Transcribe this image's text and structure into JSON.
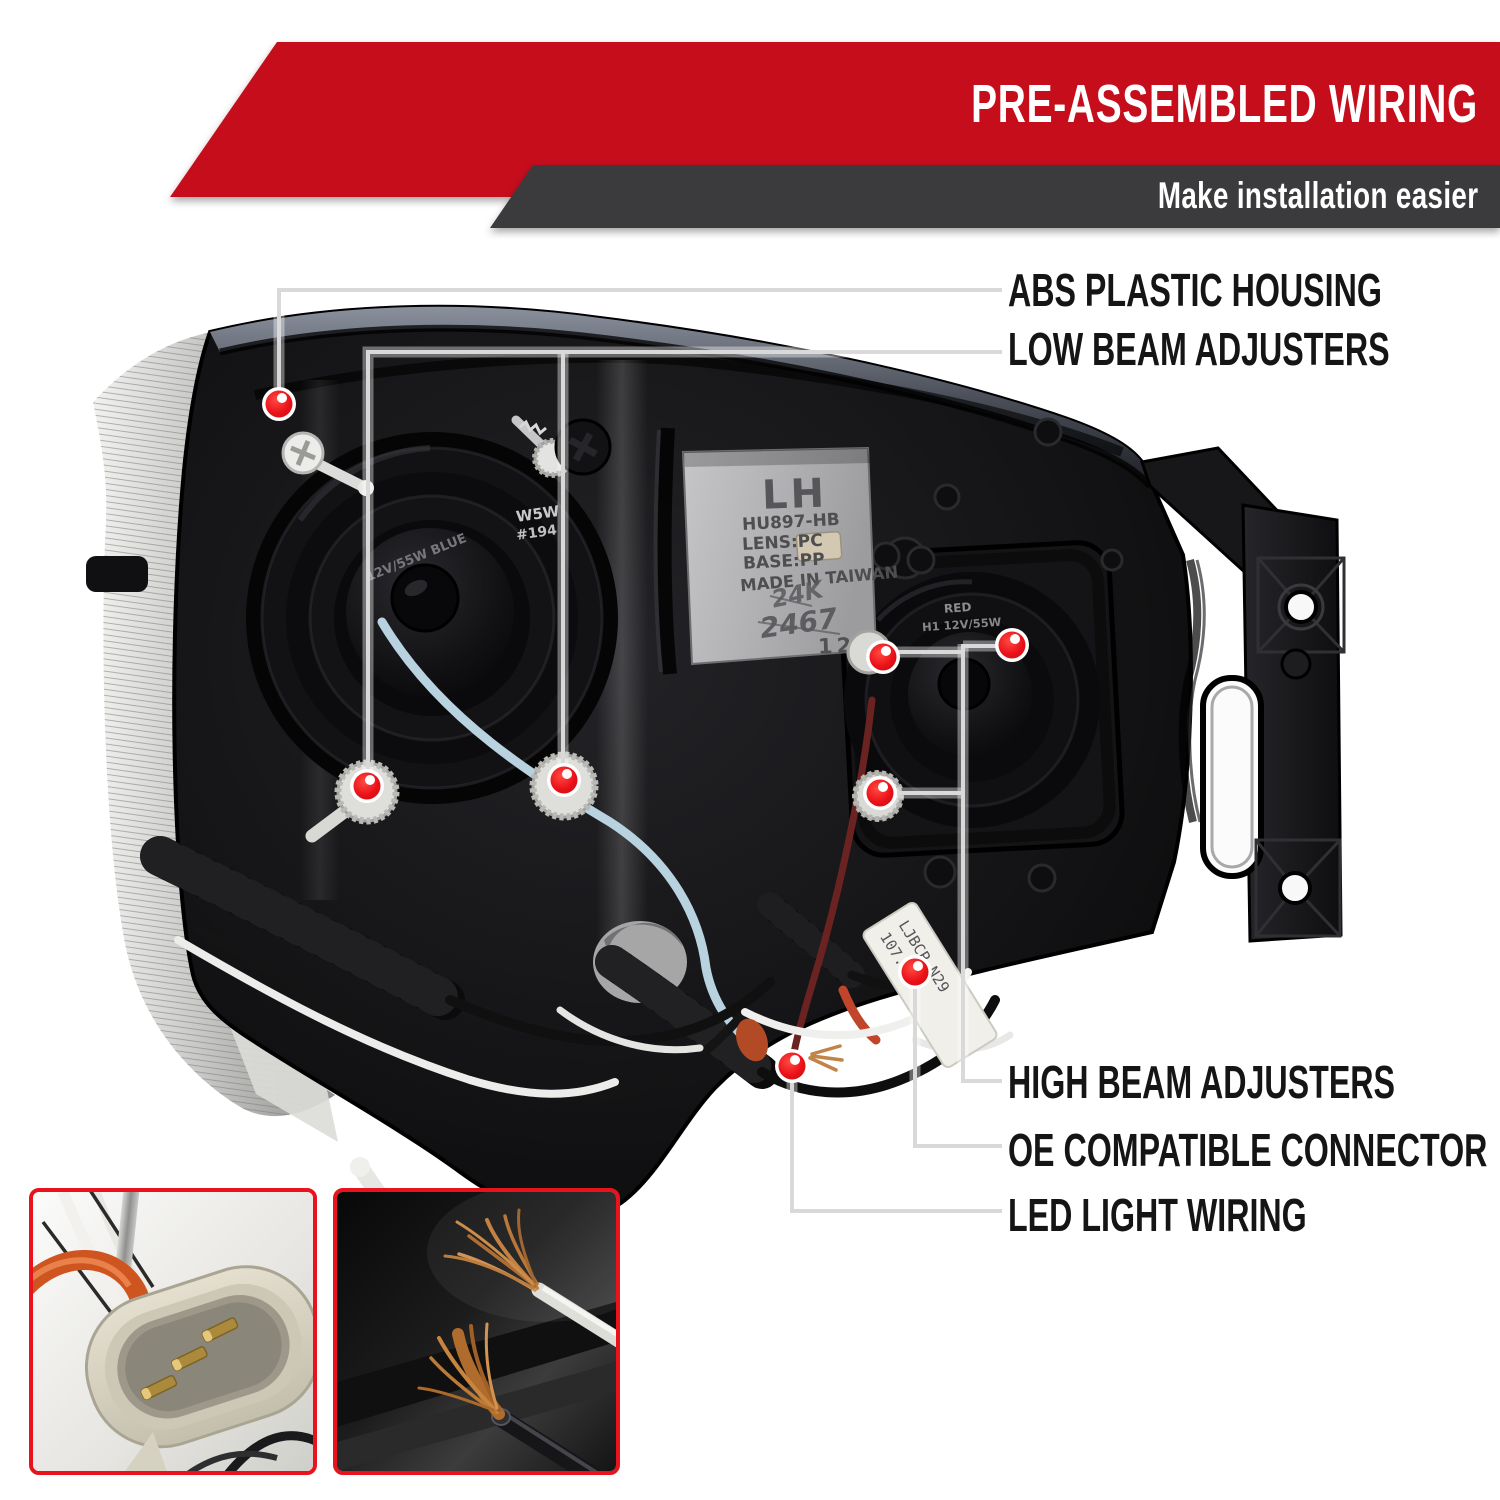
{
  "banner": {
    "title": "PRE-ASSEMBLED WIRING",
    "subtitle": "Make installation easier",
    "red_color": "#c5111a",
    "dark_color": "#3a3a3c",
    "text_color": "#ffffff"
  },
  "callouts": {
    "line_color": "#d9d9d9",
    "marker_color": "#e8121a",
    "abs": {
      "label": "ABS PLASTIC HOUSING"
    },
    "low_beam": {
      "label": "LOW BEAM ADJUSTERS"
    },
    "high_beam": {
      "label": "HIGH BEAM ADJUSTERS"
    },
    "oe_connector": {
      "label": "OE COMPATIBLE CONNECTOR"
    },
    "led_wiring": {
      "label": "LED LIGHT WIRING"
    }
  },
  "headlight": {
    "markings": {
      "side": "LH",
      "part_number": "HU897-HB",
      "lens_material": "LENS:PC",
      "base_material": "BASE:PP",
      "origin": "MADE IN TAIWAN",
      "scribble_1": "24K",
      "scribble_2": "2467",
      "voltage": "12V",
      "parking_bulb": "W5W",
      "parking_bulb_code": "#194",
      "high_beam_tag": "RED",
      "high_beam_bulb": "H1 12V/55W",
      "low_beam_bulb": "12V/55W BLUE",
      "harness_label_line1": "LJBCP-N29",
      "harness_label_line2": "107.04"
    }
  }
}
